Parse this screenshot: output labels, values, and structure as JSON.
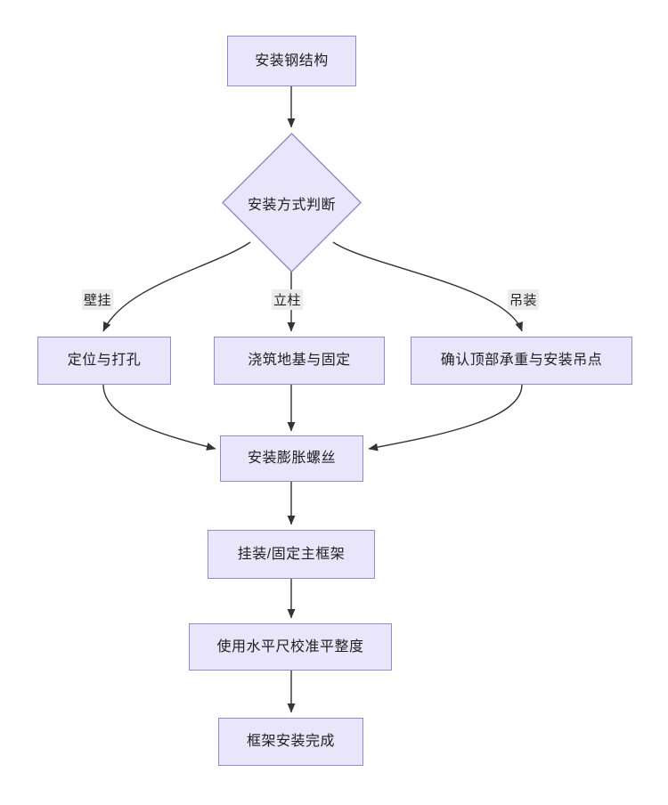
{
  "diagram": {
    "type": "flowchart",
    "direction": "top-to-bottom",
    "background_color": "#ffffff",
    "node_fill_color": "#e9e6fb",
    "node_border_color": "#9a86c9",
    "edge_color": "#333333",
    "edge_label_background": "#ececec",
    "text_color": "#1f1f1f"
  },
  "nodes": {
    "start": {
      "label": "安装钢结构",
      "shape": "rectangle"
    },
    "decision": {
      "label": "安装方式判断",
      "shape": "diamond"
    },
    "branch_left": {
      "label": "定位与打孔",
      "shape": "rectangle"
    },
    "branch_middle": {
      "label": "浇筑地基与固定",
      "shape": "rectangle"
    },
    "branch_right": {
      "label": "确认顶部承重与安装吊点",
      "shape": "rectangle"
    },
    "anchor_bolts": {
      "label": "安装膨胀螺丝",
      "shape": "rectangle"
    },
    "mount_frame": {
      "label": "挂装/固定主框架",
      "shape": "rectangle"
    },
    "level_check": {
      "label": "使用水平尺校准平整度",
      "shape": "rectangle"
    },
    "finish": {
      "label": "框架安装完成",
      "shape": "rectangle"
    }
  },
  "edge_labels": {
    "wall_mount": "壁挂",
    "column": "立柱",
    "hoist": "吊装"
  },
  "edges": [
    {
      "from": "start",
      "to": "decision",
      "label": ""
    },
    {
      "from": "decision",
      "to": "branch_left",
      "label": "壁挂"
    },
    {
      "from": "decision",
      "to": "branch_middle",
      "label": "立柱"
    },
    {
      "from": "decision",
      "to": "branch_right",
      "label": "吊装"
    },
    {
      "from": "branch_left",
      "to": "anchor_bolts",
      "label": ""
    },
    {
      "from": "branch_middle",
      "to": "anchor_bolts",
      "label": ""
    },
    {
      "from": "branch_right",
      "to": "anchor_bolts",
      "label": ""
    },
    {
      "from": "anchor_bolts",
      "to": "mount_frame",
      "label": ""
    },
    {
      "from": "mount_frame",
      "to": "level_check",
      "label": ""
    },
    {
      "from": "level_check",
      "to": "finish",
      "label": ""
    }
  ]
}
